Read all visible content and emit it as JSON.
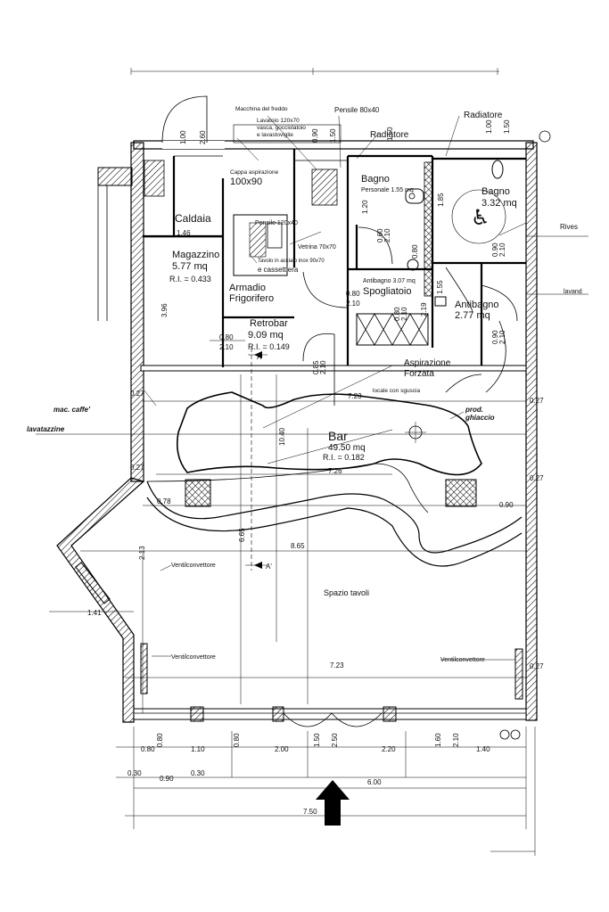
{
  "rooms": {
    "caldaia": "Caldaia",
    "magazzino": [
      "Magazzino",
      "5.77 mq",
      "R.I. = 0.433"
    ],
    "armadio": [
      "Armadio",
      "Frigorifero"
    ],
    "retrobar": [
      "Retrobar",
      "9.09 mq",
      "R.I. = 0.149"
    ],
    "bagno_personale": [
      "Bagno",
      "Personale 1.55 mq"
    ],
    "bagno": [
      "Bagno",
      "3.32 mq"
    ],
    "antibagno_spogliatoio": [
      "Antibagno 3.07 mq",
      "Spogliatoio"
    ],
    "antibagno": [
      "Antibagno",
      "2.77 mq"
    ],
    "aspirazione": [
      "Aspirazione",
      "Forzata"
    ],
    "bar": [
      "Bar",
      "49.50 mq",
      "R.I. = 0.182"
    ],
    "spazio_tavoli": "Spazio tavoli"
  },
  "labels": {
    "macchina_freddo": "Macchina del freddo",
    "lavatoio": [
      "Lavatoio 120x70",
      "vasca, gocciolatoio",
      "e lavastoviglie"
    ],
    "pensile_top": "Pensile 80x40",
    "radiatore_1": "Radiatore",
    "radiatore_2": "Radiatore",
    "cappa": [
      "Cappa aspirazione",
      "100x90"
    ],
    "pensile_2": "Pensile 120x40",
    "tavolo": [
      "Tavolo in acciaio inox 90x70",
      "e cassettiera"
    ],
    "vetrina": "Vetrina 70x70",
    "mac_caffe": "mac. caffe'",
    "lavatazzine": "lavatazzine",
    "prod_ghiaccio": [
      "prod.",
      "ghiaccio"
    ],
    "locale_sguscia": "locale con sguscia",
    "ventilconvettore_1": "Ventilconvettore",
    "ventilconvettore_2": "Ventilconvettore",
    "ventilconvettore_3": "Ventilconvettore",
    "rives": "Rives",
    "lavand": "lavand",
    "section_a": "A",
    "section_a2": "A'"
  },
  "dims": {
    "d100": "1.00",
    "d260": "2.60",
    "d090a": "0.90",
    "d150a": "1.50",
    "d150b": "1.50",
    "d100b": "1.00",
    "d150c": "1.50",
    "d146": "1.46",
    "d396": "3.96",
    "d080a": "0.80",
    "d210a": "2.10",
    "d080b": "0.80",
    "d210b": "2.10",
    "d120": "1.20",
    "d060": "0.60",
    "d210c": "2.10",
    "d080c": "0.80",
    "d185": "1.85",
    "d090b": "0.90",
    "d210d": "2.10",
    "d080d": "0.80",
    "d210e": "2.10",
    "d155": "1.55",
    "d219": "2.19",
    "d090c": "0.90",
    "d210f": "2.10",
    "d085": "0.85",
    "d210g": "2.10",
    "d723a": "7.23",
    "d027a": "0.27",
    "d027b": "0.27",
    "d040": "10.40",
    "d726": "7.26",
    "d027c": "0.27",
    "d078": "0.78",
    "d090d": "0.90",
    "d213": "2.13",
    "d665": "6.65",
    "d865": "8.65",
    "d027d": "0.27",
    "d141": "1.41",
    "d723b": "7.23",
    "d027e": "0.27",
    "b080": "0.80",
    "b080b": "0.80",
    "b110": "1.10",
    "b080c": "0.80",
    "b200": "2.00",
    "b150": "1.50",
    "b250": "2.50",
    "b220": "2.20",
    "b160": "1.60",
    "b210": "2.10",
    "b140": "1.40",
    "b030": "0.30",
    "b090": "0.90",
    "b030b": "0.30",
    "b600": "6.00",
    "b750": "7.50"
  }
}
